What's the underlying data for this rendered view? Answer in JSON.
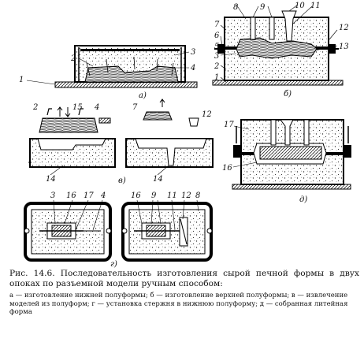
{
  "figure": {
    "labels": {
      "a": [
        "1",
        "2",
        "3",
        "4"
      ],
      "b": [
        "8",
        "9",
        "10",
        "11",
        "7",
        "6",
        "5",
        "3",
        "2",
        "1",
        "12",
        "13"
      ],
      "v": [
        "2",
        "15",
        "4",
        "7",
        "12",
        "14",
        "14"
      ],
      "g": [
        "3",
        "16",
        "17",
        "4",
        "16",
        "9",
        "11",
        "12",
        "8"
      ],
      "d": [
        "17",
        "16"
      ]
    },
    "sublabels": {
      "a": "а)",
      "b": "б)",
      "v": "в)",
      "g": "г)",
      "d": "д)"
    }
  },
  "caption": {
    "main": "Рис. 14.6. Последовательность изготовления сырой печной формы в двух опоках по разъемной модели ручным способом:",
    "legend": "а — изготовление нижней полуформы; б — изготовление верхней полуформы; в — извлечение моделей из полуформ; г — установка стержня в нижнюю полуформу; д — собранная литейная форма"
  }
}
